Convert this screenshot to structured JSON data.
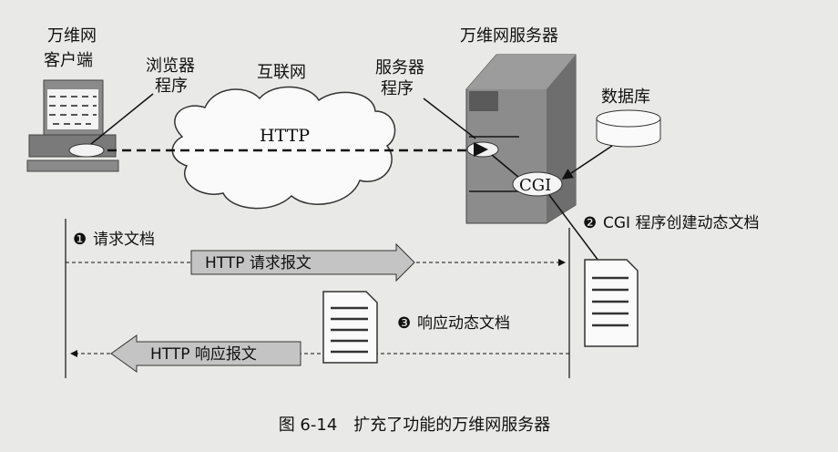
{
  "labels": {
    "client": [
      "万维网",
      "客户端"
    ],
    "browser": [
      "浏览器",
      "程序"
    ],
    "internet": "互联网",
    "http": "HTTP",
    "server_title": "万维网服务器",
    "server_program": [
      "服务器",
      "程序"
    ],
    "database": "数据库",
    "cgi": "CGI"
  },
  "steps": {
    "step1": {
      "num": "❶",
      "text": "请求文档"
    },
    "step2": {
      "num": "❷",
      "text": "CGI 程序创建动态文档"
    },
    "step3": {
      "num": "❸",
      "text": "响应动态文档"
    },
    "request_msg": "HTTP 请求报文",
    "response_msg": "HTTP 响应报文"
  },
  "caption": "图 6-14　扩充了功能的万维网服务器",
  "colors": {
    "device": "#8a8a8a",
    "device_dark": "#6b6b6b",
    "arrow_fill": "#c4c4c4",
    "background": "#e9e9e7"
  }
}
